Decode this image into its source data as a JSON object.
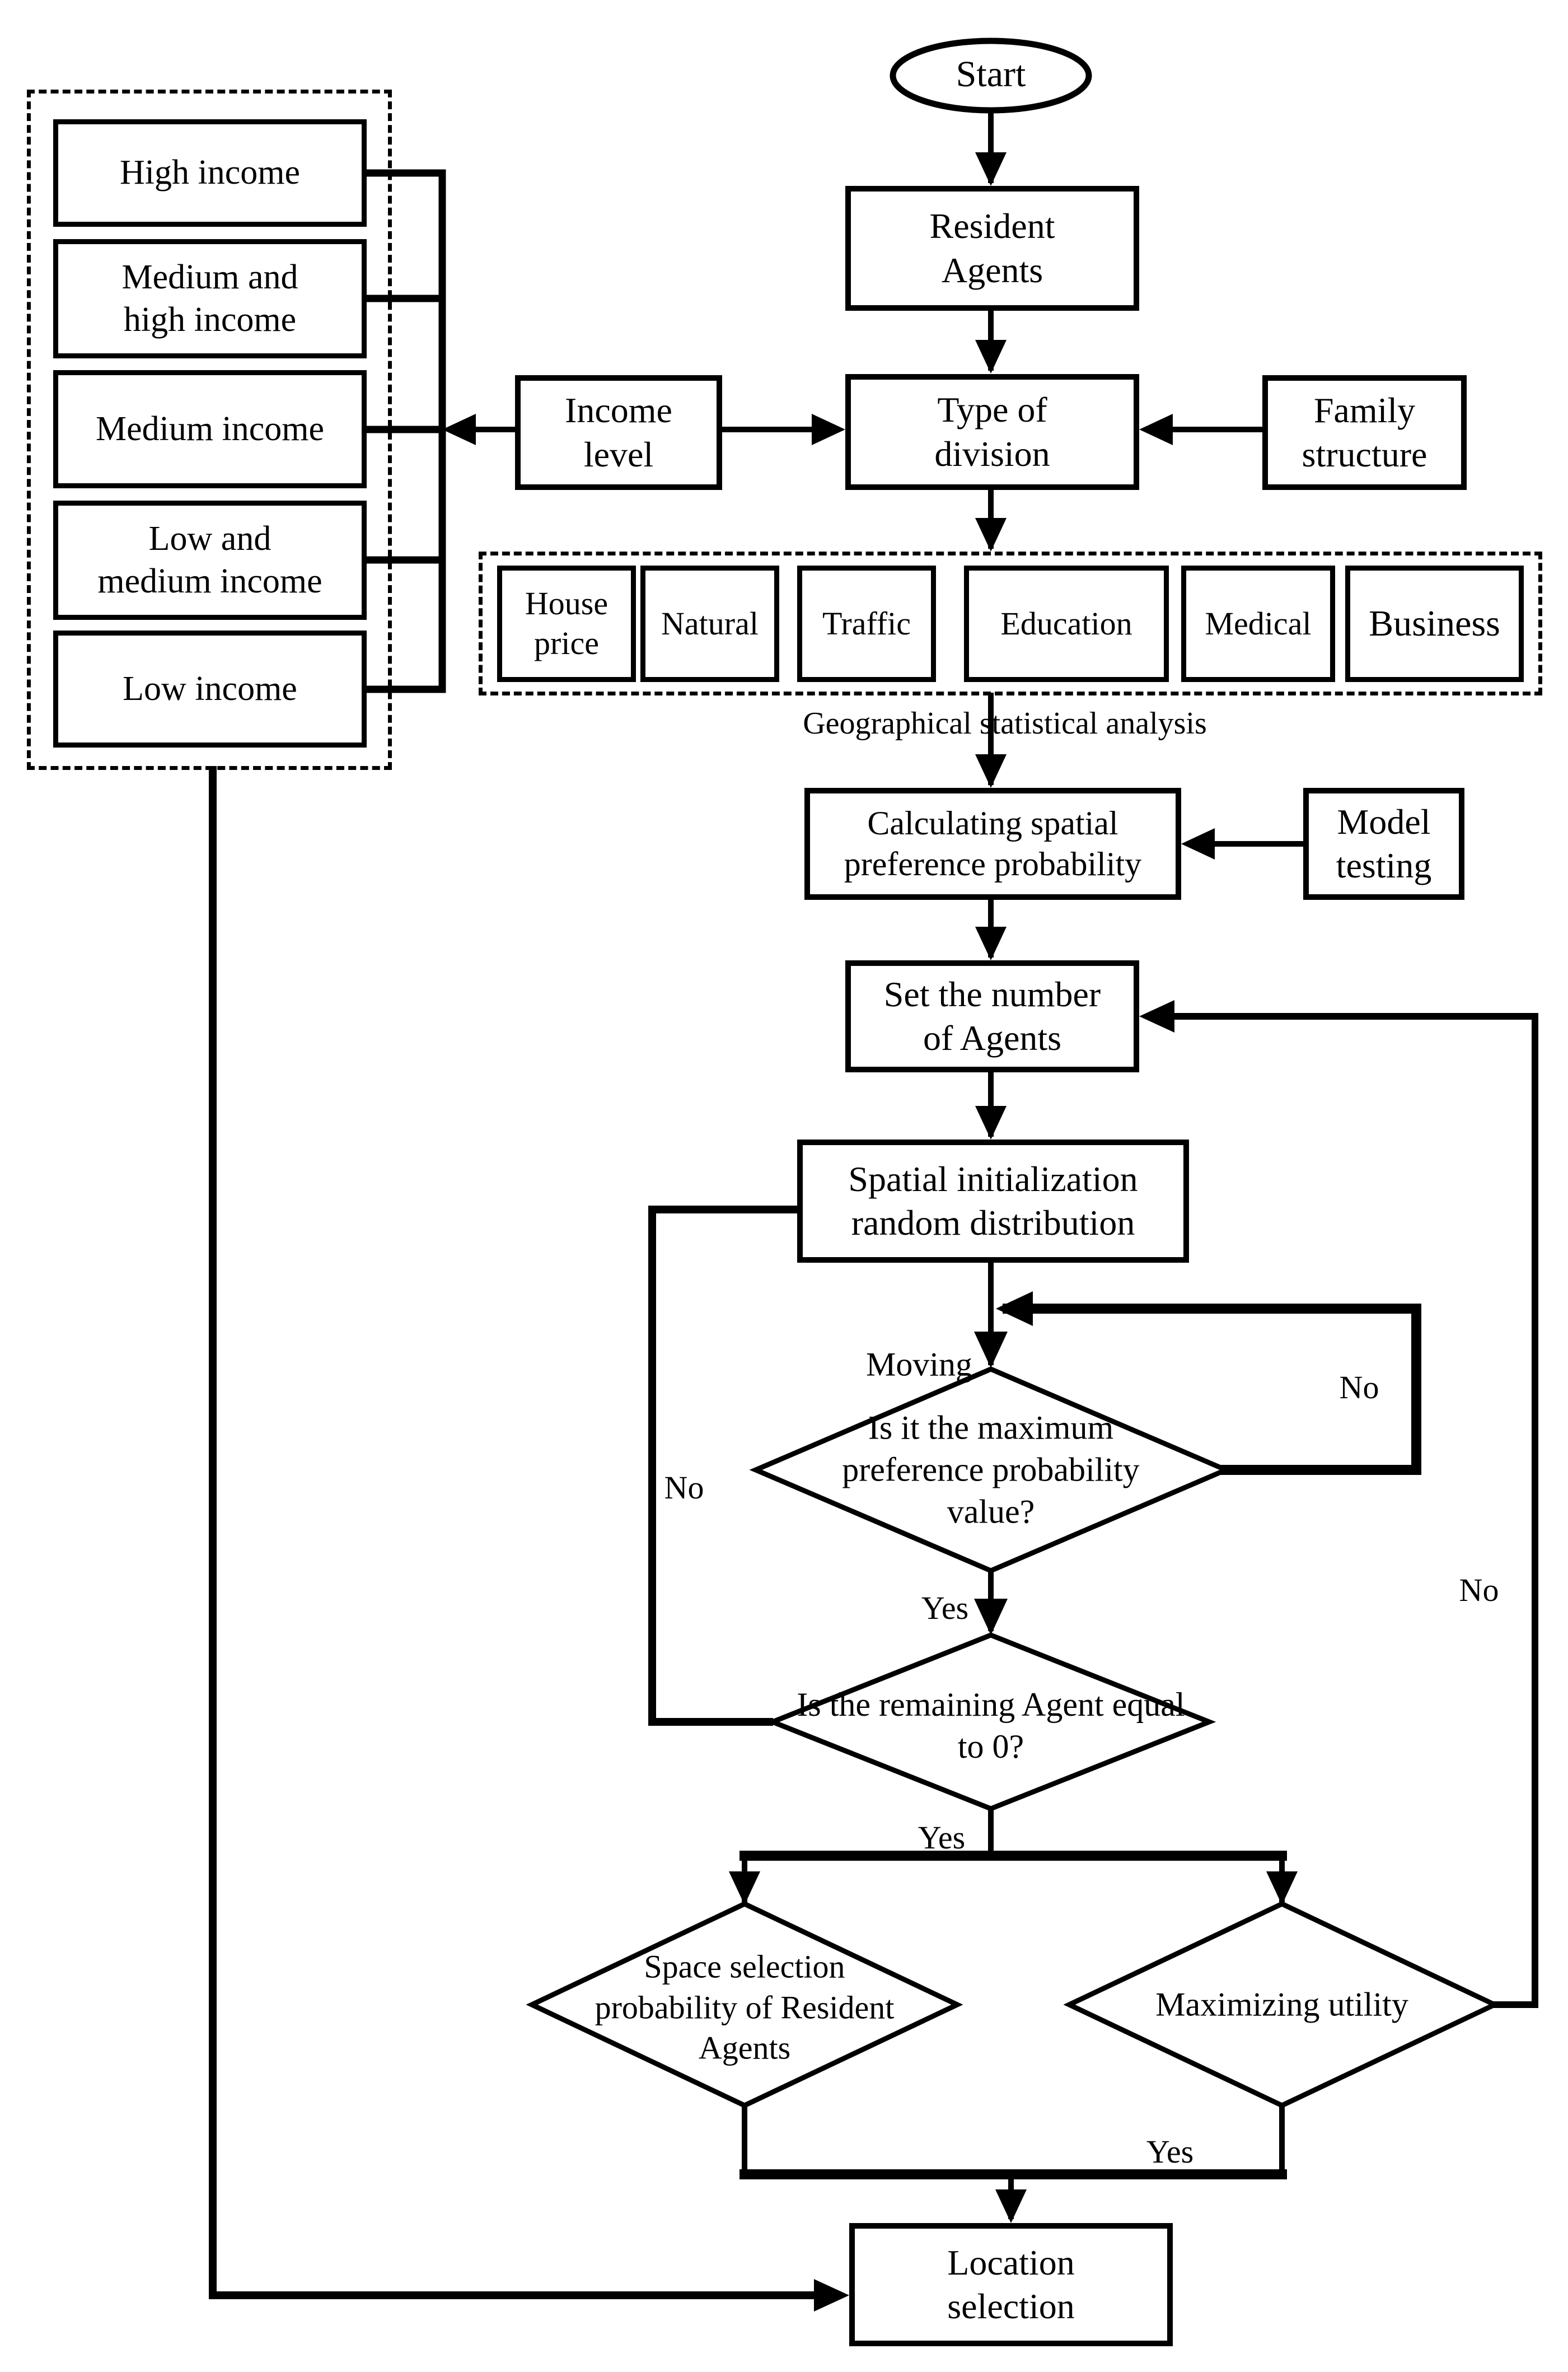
{
  "flowchart": {
    "start_label": "Start",
    "nodes": {
      "resident_agents": "Resident\nAgents",
      "income_level": "Income\nlevel",
      "type_of_division": "Type of\ndivision",
      "family_structure": "Family\nstructure",
      "calculating": "Calculating spatial\npreference probability",
      "model_testing": "Model\ntesting",
      "set_agents": "Set the number\nof Agents",
      "spatial_init": "Spatial initialization\nrandom distribution",
      "location_selection": "Location\nselection"
    },
    "income_groups": [
      "High income",
      "Medium and\nhigh income",
      "Medium income",
      "Low and\nmedium income",
      "Low income"
    ],
    "factors": [
      "House\nprice",
      "Natural",
      "Traffic",
      "Education",
      "Medical",
      "Business"
    ],
    "decisions": {
      "max_preference": "Is it the maximum\npreference probability\nvalue?",
      "remaining_agents": "Is the remaining Agent equal\nto 0?",
      "space_selection": "Space selection\nprobability of Resident\nAgents",
      "maximizing_utility": "Maximizing utility"
    },
    "edge_labels": {
      "moving": "Moving",
      "geographical": "Geographical statistical analysis",
      "yes_max": "Yes",
      "yes_remaining": "Yes",
      "yes_utility": "Yes",
      "no_remaining": "No",
      "no_max": "No",
      "no_utility": "No"
    },
    "colors": {
      "line": "#000000",
      "background": "#ffffff"
    }
  }
}
